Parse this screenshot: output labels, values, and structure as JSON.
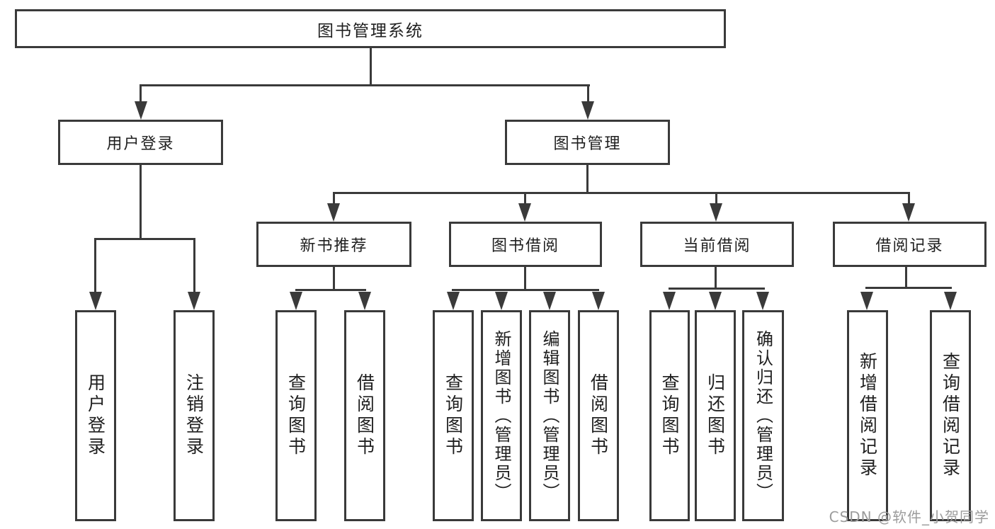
{
  "diagram": {
    "root": {
      "label": "图书管理系统"
    },
    "branches": [
      {
        "label": "用户登录",
        "children": [
          "用户登录",
          "注销登录"
        ]
      },
      {
        "label": "图书管理",
        "sections": [
          {
            "label": "新书推荐",
            "children": [
              "查询图书",
              "借阅图书"
            ]
          },
          {
            "label": "图书借阅",
            "children": [
              "查询图书",
              "新增图书（管理员）",
              "编辑图书（管理员）",
              "借阅图书"
            ]
          },
          {
            "label": "当前借阅",
            "children": [
              "查询图书",
              "归还图书",
              "确认归还（管理员）"
            ]
          },
          {
            "label": "借阅记录",
            "children": [
              "新增借阅记录",
              "查询借阅记录"
            ]
          }
        ]
      }
    ]
  },
  "watermark": {
    "text": "CSDN @软件_小贺同学"
  },
  "colors": {
    "line": "#3a3a3a",
    "text": "#1f1f1f",
    "watermark": "#9c9c9c",
    "background": "#ffffff"
  }
}
